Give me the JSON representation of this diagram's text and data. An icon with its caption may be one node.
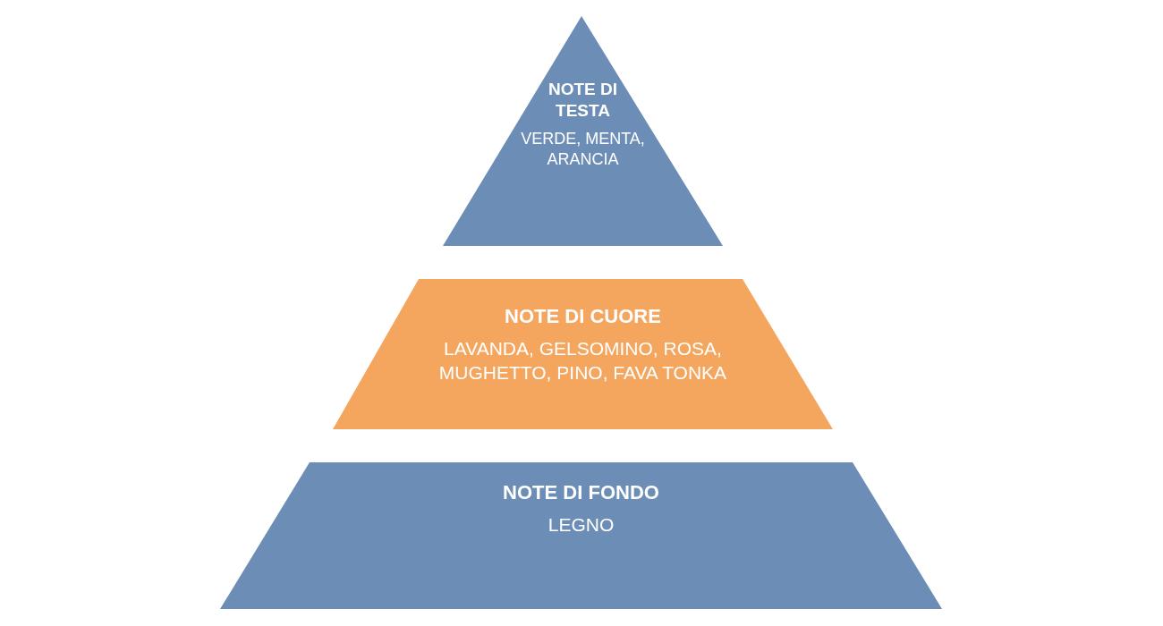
{
  "diagram": {
    "nodes": [
      {
        "text": [
          "NOTE DI TESTA",
          "VERDE, MENTA, ARANCIA"
        ]
      },
      {
        "text": [
          "NOTE DI CUORE",
          "LAVANDA, GELSOMINO, ROSA, MUGHETTO, PINO, FAVA TONKA"
        ]
      },
      {
        "text": [
          "NOTE DI FONDO",
          "LEGNO"
        ]
      }
    ]
  }
}
